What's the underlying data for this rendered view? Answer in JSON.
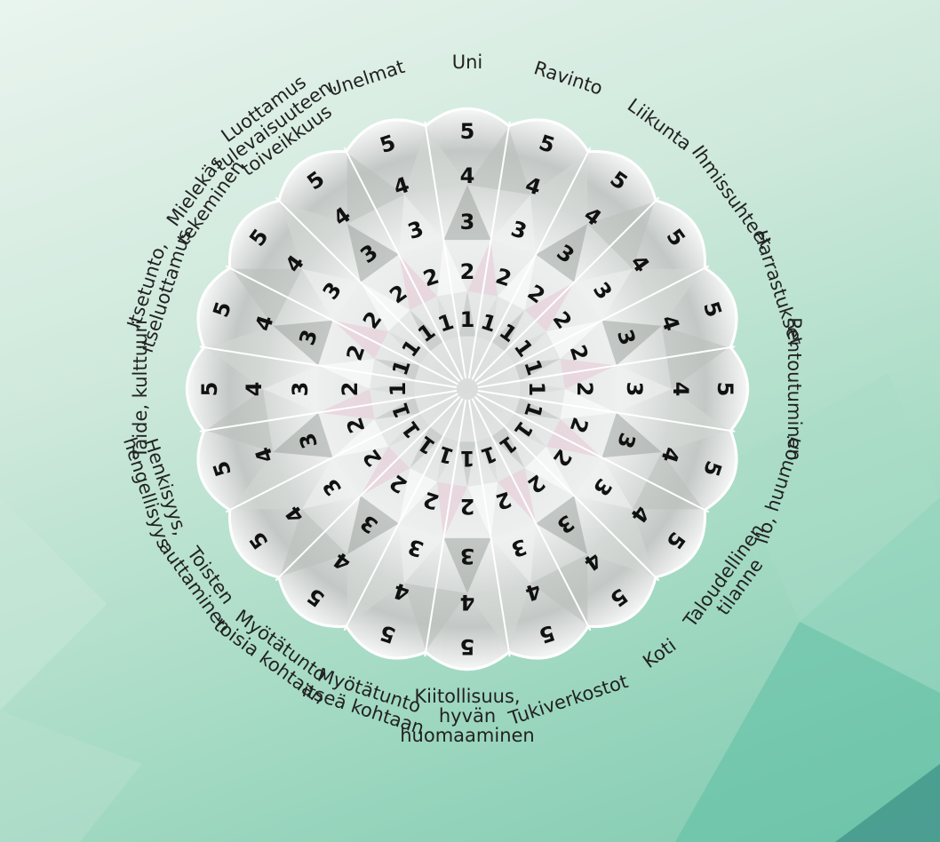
{
  "colors": {
    "background_top": "#e9f4ee",
    "background_bottom": "#7fcab0",
    "gem_fill": "#f1f3f2",
    "gem_shade": "#b9bfbc",
    "gem_pink": "#e8c9d6",
    "spoke": "#ffffff",
    "text": "#111111"
  },
  "scale_levels": [
    "1",
    "2",
    "3",
    "4",
    "5"
  ],
  "categories": [
    {
      "label": [
        "Uni"
      ]
    },
    {
      "label": [
        "Ravinto"
      ]
    },
    {
      "label": [
        "Liikunta"
      ]
    },
    {
      "label": [
        "Ihmissuhteet"
      ]
    },
    {
      "label": [
        "Harrastukset"
      ]
    },
    {
      "label": [
        "Rentoutuminen"
      ]
    },
    {
      "label": [
        "Ilo, huumori"
      ]
    },
    {
      "label": [
        "Taloudellinen",
        "tilanne"
      ]
    },
    {
      "label": [
        "Koti"
      ]
    },
    {
      "label": [
        "Tukiverkostot"
      ]
    },
    {
      "label": [
        "Kiitollisuus,",
        "hyvän",
        "huomaaminen"
      ]
    },
    {
      "label": [
        "Myötätunto",
        "itseä kohtaan"
      ]
    },
    {
      "label": [
        "Myötätunto",
        "toisia kohtaan"
      ]
    },
    {
      "label": [
        "Toisten",
        "auttaminen"
      ]
    },
    {
      "label": [
        "Henkisyys,",
        "hengellisyys"
      ]
    },
    {
      "label": [
        "Taide, kulttuuri"
      ]
    },
    {
      "label": [
        "Itsetunto,",
        "itseluottamus"
      ]
    },
    {
      "label": [
        "Mielekäs",
        "tekeminen"
      ]
    },
    {
      "label": [
        "Luottamus",
        "tulevaisuuteen,",
        "toiveikkuus"
      ]
    },
    {
      "label": [
        "Unelmat"
      ]
    }
  ]
}
